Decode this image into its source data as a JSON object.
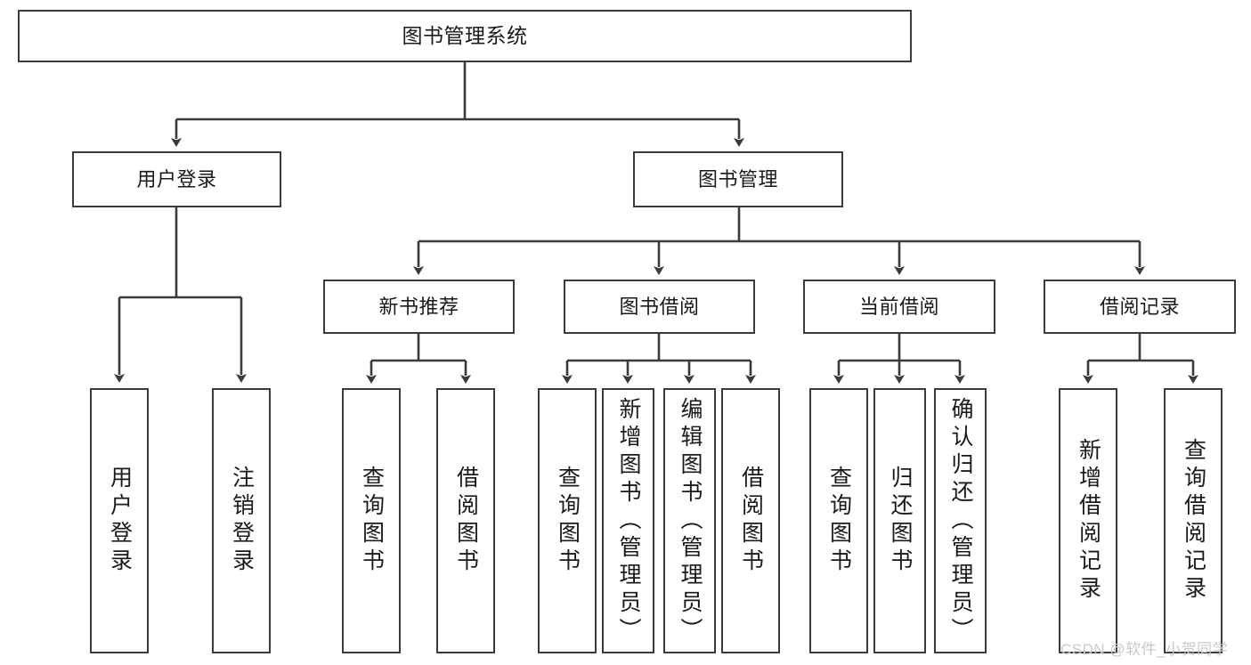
{
  "diagram": {
    "title": "图书管理系统",
    "type": "tree-hierarchy-chart",
    "orientation": "top-down",
    "colors": {
      "box_border": "#3b3b3b",
      "box_fill": "#ffffff",
      "edge": "#3b3b3b",
      "text": "#1a1a1a",
      "watermark": "#c9c9c9",
      "background": "#ffffff"
    }
  },
  "root": {
    "label": "图书管理系统"
  },
  "level2": [
    {
      "label": "用户登录"
    },
    {
      "label": "图书管理"
    }
  ],
  "level3": [
    {
      "label": "新书推荐"
    },
    {
      "label": "图书借阅"
    },
    {
      "label": "当前借阅"
    },
    {
      "label": "借阅记录"
    }
  ],
  "leaves": {
    "user_login": [
      {
        "label": "用户登录"
      },
      {
        "label": "注销登录"
      }
    ],
    "new_book_recommend": [
      {
        "label": "查询图书"
      },
      {
        "label": "借阅图书"
      }
    ],
    "book_borrow": [
      {
        "label": "查询图书"
      },
      {
        "label": "新增图书（管理员）"
      },
      {
        "label": "编辑图书（管理员）"
      },
      {
        "label": "借阅图书"
      }
    ],
    "current_borrow": [
      {
        "label": "查询图书"
      },
      {
        "label": "归还图书"
      },
      {
        "label": "确认归还（管理员）"
      }
    ],
    "borrow_record": [
      {
        "label": "新增借阅记录"
      },
      {
        "label": "查询借阅记录"
      }
    ]
  },
  "watermark": {
    "text": "CSDN @软件_小贺同学"
  }
}
